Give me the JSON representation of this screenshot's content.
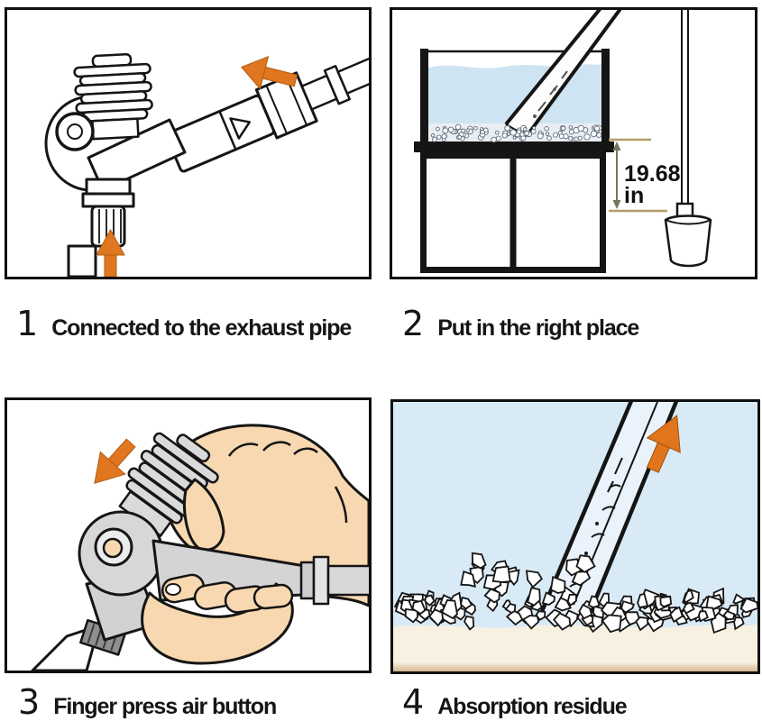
{
  "steps": [
    {
      "number": "1",
      "label": "Connected to the exhaust pipe"
    },
    {
      "number": "2",
      "label": "Put in the right place"
    },
    {
      "number": "3",
      "label": "Finger press air button"
    },
    {
      "number": "4",
      "label": "Absorption residue"
    }
  ],
  "measurement": {
    "value": "19.68",
    "unit": "in"
  },
  "icons": {
    "pull_arrow": "orange left arrow",
    "insert_arrow": "orange up arrow",
    "press_arrow": "orange down-left arrow",
    "suction_arrow": "orange up-right arrow"
  },
  "colors": {
    "outline": "#151515",
    "arrow_orange": "#e0761f",
    "water_blue": "#cfe4f3",
    "panel4_sky": "#d9eaf7",
    "sand_light": "#f8f1e1",
    "sand_dark": "#d5b88e",
    "skin": "#f8d8b0",
    "device_gray": "#d9d9d9",
    "measure_line_tan": "#b39e63",
    "measure_arrow": "#77765e"
  }
}
